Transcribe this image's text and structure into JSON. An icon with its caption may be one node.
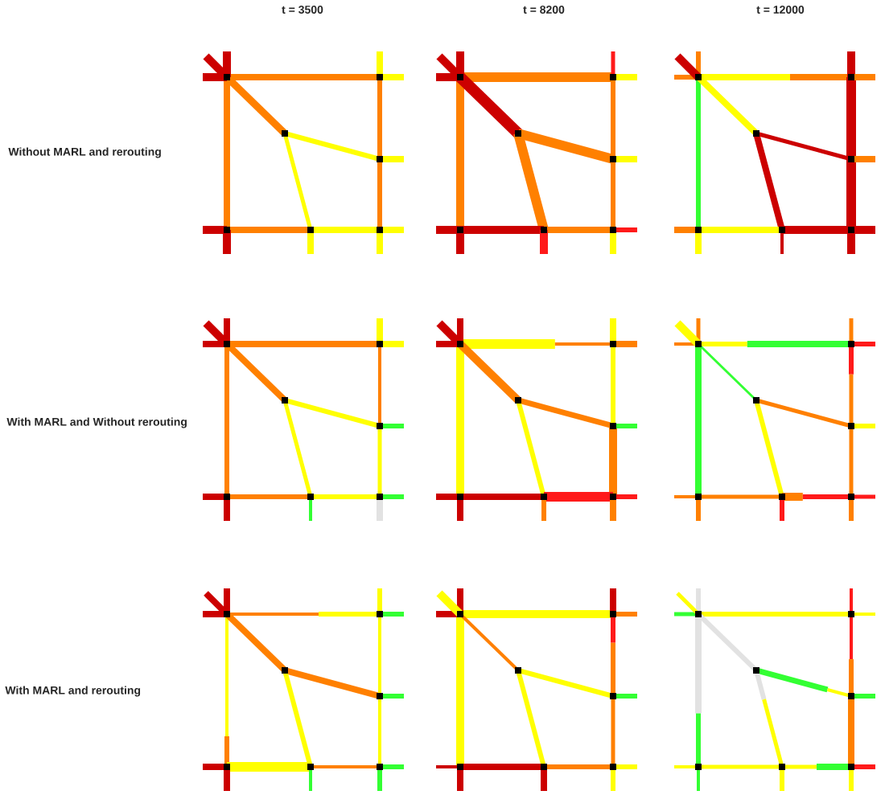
{
  "diagram": {
    "labels": [
      "t = 3500",
      "t = 8200",
      "t = 12000",
      "Without MARL and rerouting",
      "With MARL and Without rerouting",
      "With MARL and rerouting"
    ]
  }
}
